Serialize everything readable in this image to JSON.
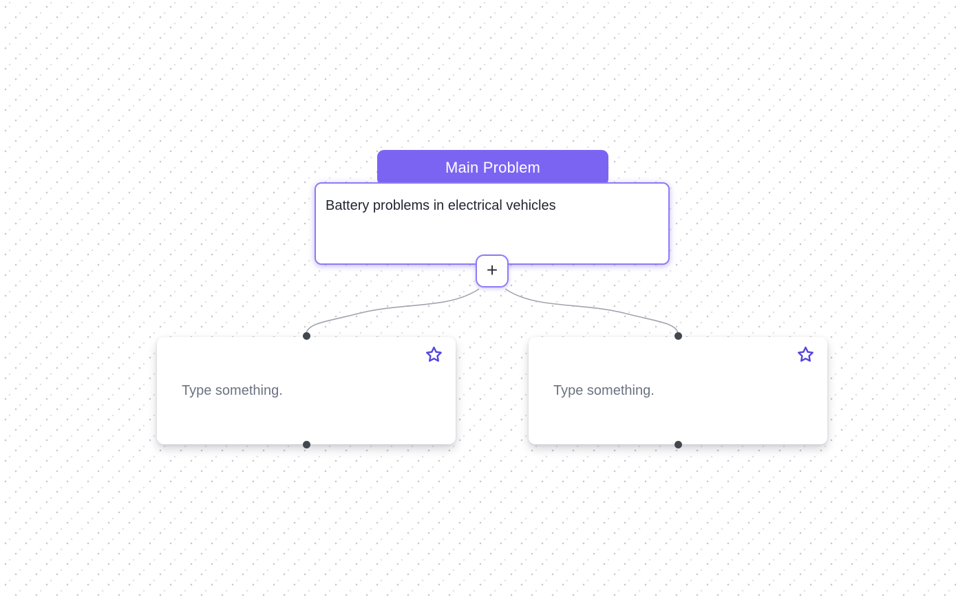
{
  "canvas": {
    "background_style": "dot-grid",
    "dot_color": "#c5c8cc",
    "dot_color_light": "#e1e3e6",
    "background_color": "#ffffff"
  },
  "colors": {
    "accent_purple": "#7c64f3",
    "node_border_purple": "#8d7bf5",
    "star_indigo": "#5243e0",
    "connector_gray": "#a0a4ab",
    "handle_dark": "#43474e",
    "body_text": "#1f2430",
    "placeholder_text": "#6b7280"
  },
  "main_node": {
    "header_label": "Main Problem",
    "body_text": "Battery problems in electrical vehicles",
    "add_child_button_label": "+",
    "add_icon": "plus-icon"
  },
  "child_nodes": [
    {
      "placeholder": "Type something.",
      "icon": "star-icon"
    },
    {
      "placeholder": "Type something.",
      "icon": "star-icon"
    }
  ]
}
